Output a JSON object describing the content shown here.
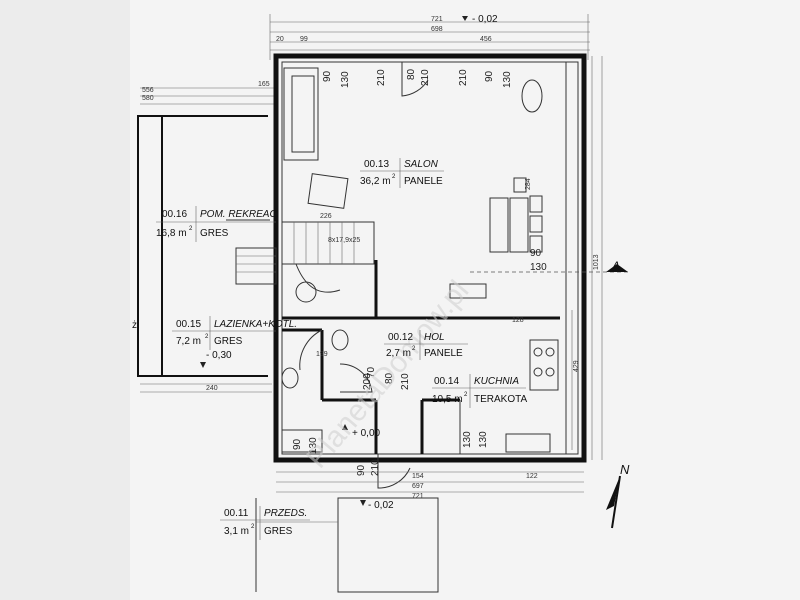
{
  "rooms": [
    {
      "id": "salon",
      "number": "00.13",
      "name": "SALON",
      "area": "36,2 m",
      "sup": "2",
      "floor": "PANELE"
    },
    {
      "id": "rekreac",
      "number": "00.16",
      "name": "POM. REKREAC.",
      "area": "16,8 m",
      "sup": "2",
      "floor": "GRES"
    },
    {
      "id": "lazienka",
      "number": "00.15",
      "name": "LAZIENKA+KOTL.",
      "area": "7,2 m",
      "sup": "2",
      "floor": "GRES"
    },
    {
      "id": "hol",
      "number": "00.12",
      "name": "HOL",
      "area": "2,7 m",
      "sup": "2",
      "floor": "PANELE"
    },
    {
      "id": "kuchnia",
      "number": "00.14",
      "name": "KUCHNIA",
      "area": "10,5 m",
      "sup": "2",
      "floor": "TERAKOTA"
    },
    {
      "id": "przeds",
      "number": "00.11",
      "name": "PRZEDS.",
      "area": "3,1 m",
      "sup": "2",
      "floor": "GRES"
    }
  ],
  "levels": {
    "top": "- 0,02",
    "left": "- 0,30",
    "entry": "+ 0,00",
    "bottom": "- 0,02"
  },
  "dims_top": {
    "d721": "721",
    "d698": "698",
    "d456": "456",
    "d99": "99",
    "d20": "20"
  },
  "dims_bottom": {
    "d154": "154",
    "d122": "122",
    "d697": "697",
    "d721": "721"
  },
  "dims_left": {
    "d556": "556",
    "d580": "580",
    "d165": "165",
    "d240": "240"
  },
  "dims_right": {
    "d1013": "1013",
    "d429": "429",
    "d284": "284"
  },
  "dims_misc": {
    "d226": "226",
    "stairs": "8x17,9x25",
    "d199": "199",
    "d128": "128",
    "d70": "70",
    "d200": "200"
  },
  "openings_top": [
    "90",
    "130",
    "210",
    "80",
    "210",
    "210",
    "90",
    "130"
  ],
  "openings_misc": {
    "o90a": "90",
    "o130a": "130",
    "o90b": "90",
    "o130b": "130",
    "o210b": "210",
    "o80b": "80",
    "o210c": "210",
    "o90c": "90",
    "o210d": "210",
    "o130c": "130",
    "o130d": "130"
  },
  "section_mark": "A",
  "north": "N",
  "left_frag": "ż",
  "watermark": "PlanetaDomow.pl"
}
